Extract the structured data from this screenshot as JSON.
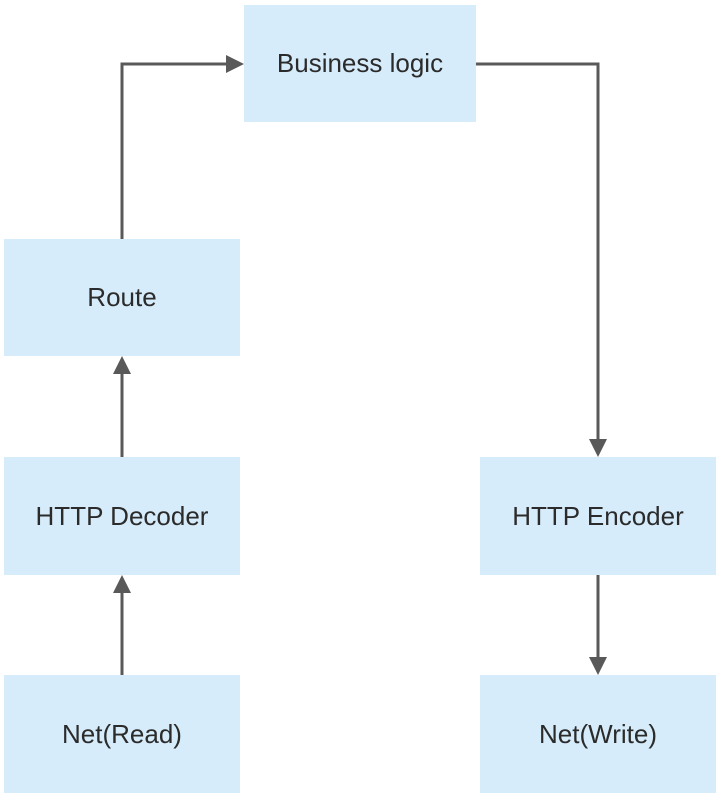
{
  "diagram": {
    "nodes": {
      "business_logic": "Business logic",
      "route": "Route",
      "http_decoder": "HTTP Decoder",
      "net_read": "Net(Read)",
      "http_encoder": "HTTP Encoder",
      "net_write": "Net(Write)"
    },
    "edges": [
      {
        "from": "net_read",
        "to": "http_decoder"
      },
      {
        "from": "http_decoder",
        "to": "route"
      },
      {
        "from": "route",
        "to": "business_logic"
      },
      {
        "from": "business_logic",
        "to": "http_encoder"
      },
      {
        "from": "http_encoder",
        "to": "net_write"
      }
    ],
    "colors": {
      "node_fill": "#d6ecfa",
      "arrow": "#595959",
      "text": "#2b2b2b"
    }
  }
}
